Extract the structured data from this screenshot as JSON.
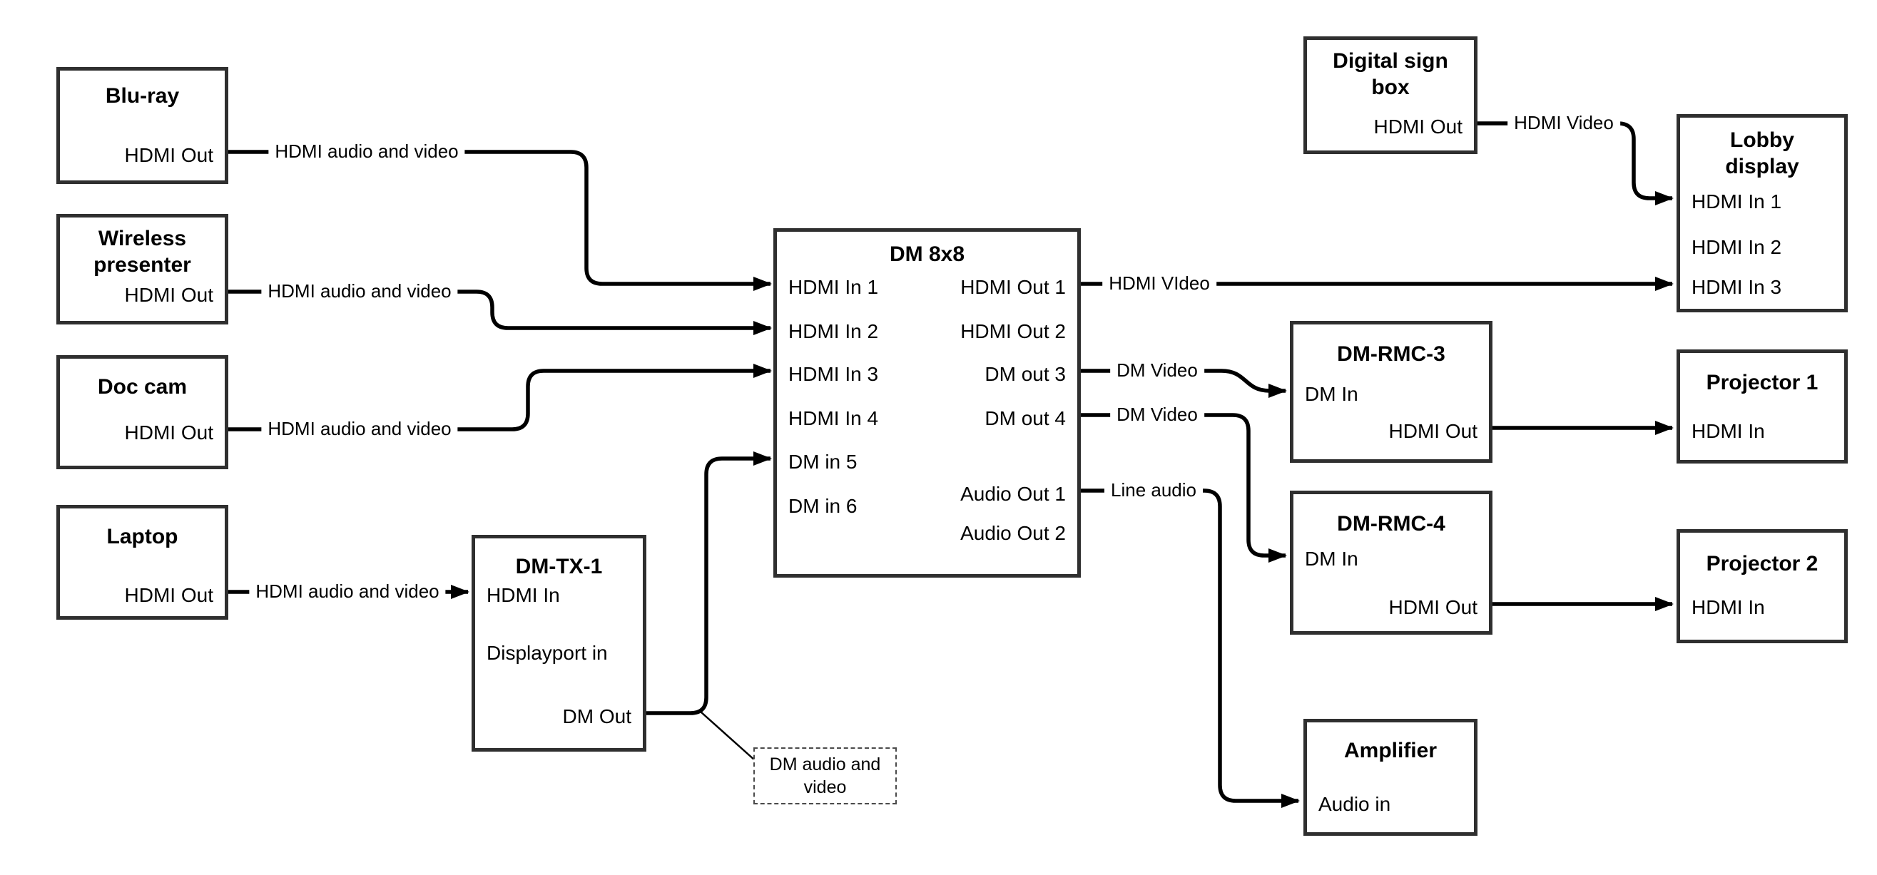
{
  "diagram": {
    "devices": {
      "bluray": {
        "title": "Blu-ray",
        "ports": {
          "hdmi_out": "HDMI Out"
        }
      },
      "wireless_presenter": {
        "title": "Wireless\npresenter",
        "ports": {
          "hdmi_out": "HDMI Out"
        }
      },
      "doc_cam": {
        "title": "Doc cam",
        "ports": {
          "hdmi_out": "HDMI Out"
        }
      },
      "laptop": {
        "title": "Laptop",
        "ports": {
          "hdmi_out": "HDMI Out"
        }
      },
      "dm_tx_1": {
        "title": "DM-TX-1",
        "ports": {
          "hdmi_in": "HDMI In",
          "displayport_in": "Displayport in",
          "dm_out": "DM Out"
        }
      },
      "dm_8x8": {
        "title": "DM 8x8",
        "ports": {
          "hdmi_in_1": "HDMI In 1",
          "hdmi_in_2": "HDMI In 2",
          "hdmi_in_3": "HDMI In 3",
          "hdmi_in_4": "HDMI In 4",
          "dm_in_5": "DM in 5",
          "dm_in_6": "DM in 6",
          "hdmi_out_1": "HDMI Out 1",
          "hdmi_out_2": "HDMI Out 2",
          "dm_out_3": "DM out 3",
          "dm_out_4": "DM out 4",
          "audio_out_1": "Audio Out 1",
          "audio_out_2": "Audio Out 2"
        }
      },
      "digital_sign_box": {
        "title": "Digital sign\nbox",
        "ports": {
          "hdmi_out": "HDMI Out"
        }
      },
      "lobby_display": {
        "title": "Lobby\ndisplay",
        "ports": {
          "hdmi_in_1": "HDMI In 1",
          "hdmi_in_2": "HDMI In 2",
          "hdmi_in_3": "HDMI In 3"
        }
      },
      "dm_rmc_3": {
        "title": "DM-RMC-3",
        "ports": {
          "dm_in": "DM In",
          "hdmi_out": "HDMI Out"
        }
      },
      "projector_1": {
        "title": "Projector 1",
        "ports": {
          "hdmi_in": "HDMI In"
        }
      },
      "dm_rmc_4": {
        "title": "DM-RMC-4",
        "ports": {
          "dm_in": "DM In",
          "hdmi_out": "HDMI Out"
        }
      },
      "projector_2": {
        "title": "Projector 2",
        "ports": {
          "hdmi_in": "HDMI In"
        }
      },
      "amplifier": {
        "title": "Amplifier",
        "ports": {
          "audio_in": "Audio in"
        }
      }
    },
    "connections": [
      {
        "from": "Blu-ray HDMI Out",
        "to": "DM 8x8 HDMI In 1",
        "label": "HDMI audio and video"
      },
      {
        "from": "Wireless presenter HDMI Out",
        "to": "DM 8x8 HDMI In 2",
        "label": "HDMI audio and video"
      },
      {
        "from": "Doc cam HDMI Out",
        "to": "DM 8x8 HDMI In 3",
        "label": "HDMI audio and video"
      },
      {
        "from": "Laptop HDMI Out",
        "to": "DM-TX-1 HDMI In",
        "label": "HDMI audio and video"
      },
      {
        "from": "DM-TX-1 DM Out",
        "to": "DM 8x8 DM in 5",
        "label": ""
      },
      {
        "from": "DM 8x8 HDMI Out 1",
        "to": "Lobby display HDMI In 3",
        "label": "HDMI VIdeo"
      },
      {
        "from": "DM 8x8 DM out 3",
        "to": "DM-RMC-3 DM In",
        "label": "DM Video"
      },
      {
        "from": "DM 8x8 DM out 4",
        "to": "DM-RMC-4 DM In",
        "label": "DM Video"
      },
      {
        "from": "DM 8x8 Audio Out 1",
        "to": "Amplifier Audio in",
        "label": "Line audio"
      },
      {
        "from": "Digital sign box HDMI Out",
        "to": "Lobby display HDMI In 1",
        "label": "HDMI Video"
      },
      {
        "from": "DM-RMC-3 HDMI Out",
        "to": "Projector 1 HDMI In",
        "label": ""
      },
      {
        "from": "DM-RMC-4 HDMI Out",
        "to": "Projector 2 HDMI In",
        "label": ""
      }
    ],
    "annotation": {
      "text": "DM audio and\nvideo"
    },
    "colors": {
      "line": "#000000",
      "box_border": "#2f2f2f",
      "text": "#000000",
      "background": "#ffffff",
      "note_border": "#4a4a4a"
    }
  }
}
